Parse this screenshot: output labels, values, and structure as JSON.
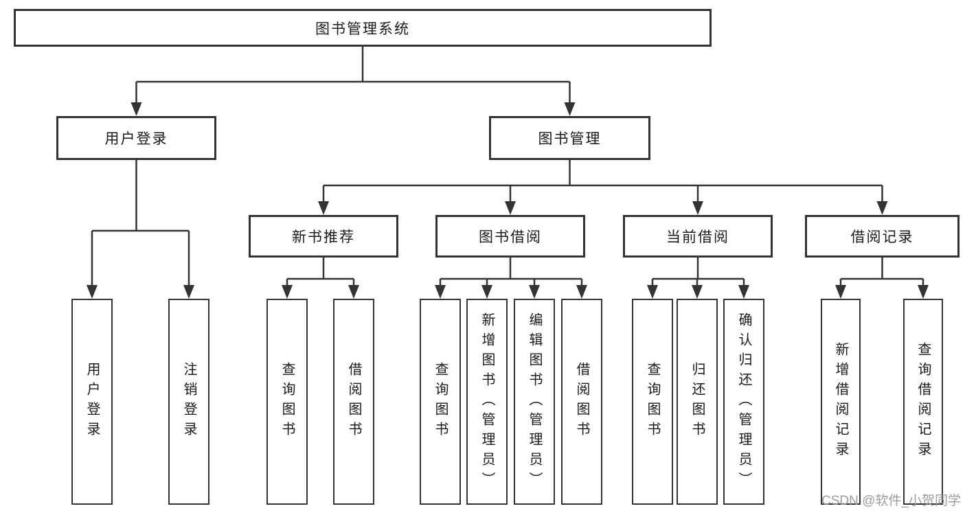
{
  "nodes": {
    "title": "图书管理系统",
    "level2": {
      "user_login": "用户登录",
      "book_management": "图书管理"
    },
    "level3": {
      "new_books": "新书推荐",
      "book_borrow": "图书借阅",
      "current_borrow": "当前借阅",
      "borrow_records": "借阅记录"
    },
    "leaves": {
      "g1": [
        "用户登录",
        "注销登录"
      ],
      "g2": [
        "查询图书",
        "借阅图书"
      ],
      "g3": [
        "查询图书",
        "新增图书（管理员）",
        "编辑图书（管理员）",
        "借阅图书"
      ],
      "g4": [
        "查询图书",
        "归还图书",
        "确认归还（管理员）"
      ],
      "g5": [
        "新增借阅记录",
        "查询借阅记录"
      ]
    }
  },
  "watermark": "CSDN @软件_小贺同学",
  "colors": {
    "line": "#333333",
    "box_border": "#333333",
    "text": "#1a1a1a",
    "watermark": "#9c9c9c",
    "background": "#ffffff"
  }
}
